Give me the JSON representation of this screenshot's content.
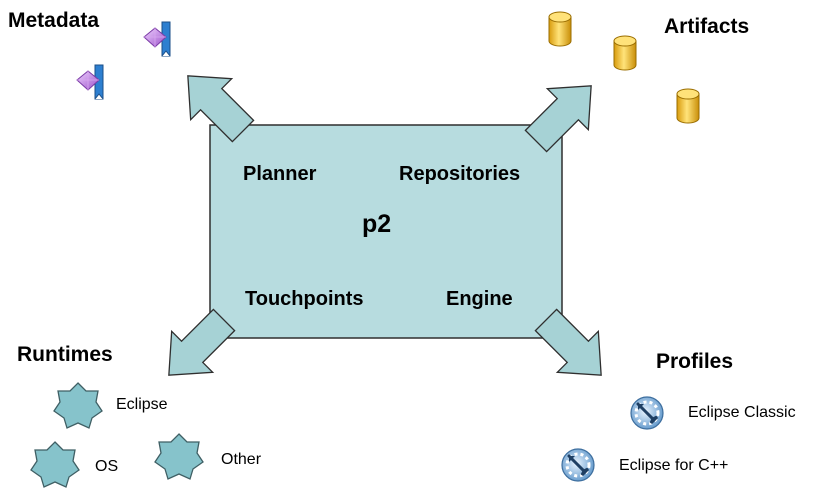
{
  "center": {
    "title": "p2",
    "components": {
      "planner": "Planner",
      "repositories": "Repositories",
      "touchpoints": "Touchpoints",
      "engine": "Engine"
    }
  },
  "metadata": {
    "title": "Metadata"
  },
  "artifacts": {
    "title": "Artifacts"
  },
  "runtimes": {
    "title": "Runtimes",
    "items": [
      "Eclipse",
      "OS",
      "Other"
    ]
  },
  "profiles": {
    "title": "Profiles",
    "items": [
      "Eclipse Classic",
      "Eclipse for C++"
    ]
  },
  "colors": {
    "box_fill": "#b7dcdf",
    "arrow_fill": "#a6d2d5",
    "outline": "#2f2f2f",
    "cylinder": "#f3c21b",
    "metadata_gem": "#b47ad6",
    "metadata_ribbon": "#2d7fd0",
    "profile_icon": "#7aaed8"
  }
}
